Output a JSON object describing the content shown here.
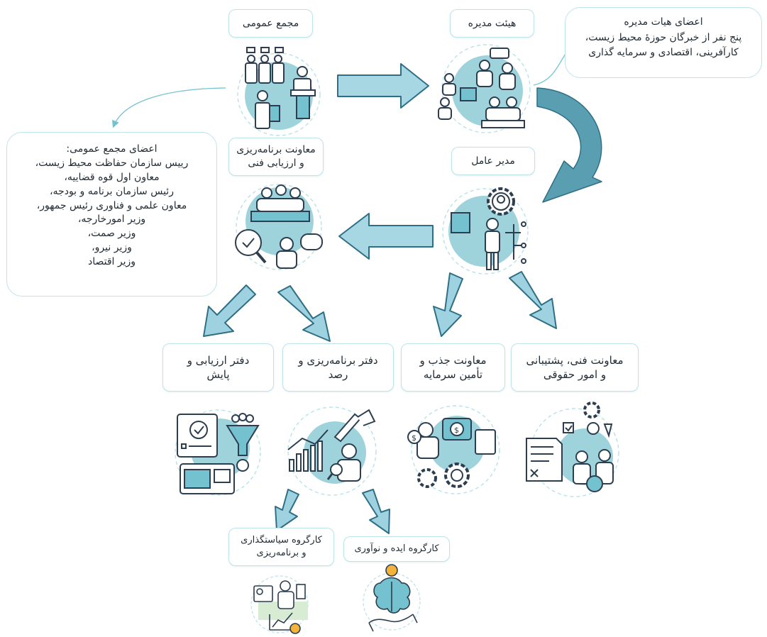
{
  "nodes": {
    "general_assembly": "مجمع عمومی",
    "board": "هیئت مدیره",
    "ceo": "مدیر عامل",
    "planning_deputy": "معاونت برنامه‌ریزی\nو ارزیابی فنی",
    "investment_deputy": "معاونت جذب و\nتأمین سرمایه",
    "technical_deputy": "معاونت فنی، پشتیبانی\nو امور حقوقی",
    "evaluation_office": "دفتر ارزیابی و\nپایش",
    "planning_office": "دفتر برنامه‌ریزی و\nرصد",
    "policy_workgroup": "کارگروه سیاستگذاری\nو برنامه‌ریزی",
    "innovation_workgroup": "کارگروه ایده و نوآوری"
  },
  "board_members": {
    "title": "اعضای هیات مدیره",
    "lines": [
      "پنج نفر از خبرگان حوزۀ محیط زیست،",
      "کارآفرینی، اقتصادی و سرمایه گذاری"
    ]
  },
  "assembly_members": {
    "title": "اعضای مجمع عمومی:",
    "lines": [
      "رییس سازمان حفاظت محیط زیست،",
      "معاون اول قوه قضاییه،",
      "رئیس سازمان برنامه و بودجه،",
      "معاون علمی و فناوری رئیس جمهور،",
      "وزیر امورخارجه،",
      "وزیر صمت،",
      "وزیر نیرو،",
      "وزیر اقتصاد"
    ]
  },
  "colors": {
    "teal": "#74c2d0",
    "light_teal": "#b9e2e8",
    "dark": "#2c3e50",
    "border": "#bfe3ea",
    "bulb": "#f3b23a"
  },
  "icons": [
    "people-meeting-icon",
    "board-meeting-icon",
    "manager-gears-icon",
    "team-evaluation-icon",
    "checklist-funnel-icon",
    "growth-chart-icon",
    "investment-icon",
    "legal-contract-icon",
    "policy-presentation-icon",
    "brain-idea-icon"
  ]
}
